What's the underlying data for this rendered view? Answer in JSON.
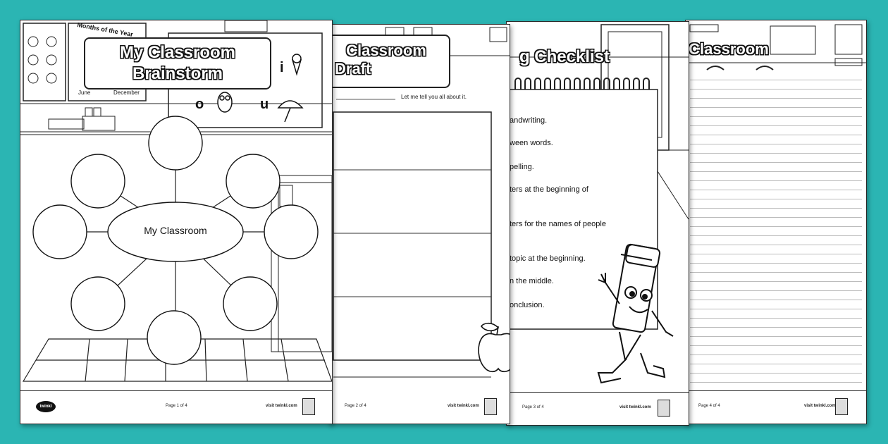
{
  "page1": {
    "title_line1": "My Classroom",
    "title_line2": "Brainstorm",
    "center_label": "My Classroom",
    "months_title": "Months of the Year",
    "months": [
      "June",
      "December"
    ],
    "letters": [
      "i",
      "o",
      "u"
    ],
    "footer_page": "Page 1 of 4",
    "footer_visit": "visit twinkl.com",
    "brand": "twinkl"
  },
  "page2": {
    "title_line1": "Classroom",
    "title_line2": "Draft",
    "intro": "Let me tell you all about it.",
    "footer_page": "Page 2 of 4",
    "footer_visit": "visit twinkl.com"
  },
  "page3": {
    "title": "g Checklist",
    "items": [
      "andwriting.",
      "ween words.",
      "pelling.",
      "ters at the beginning of",
      "ters for the names of people",
      "topic at the beginning.",
      "n the middle.",
      "onclusion."
    ],
    "footer_page": "Page 3 of 4",
    "footer_visit": "visit twinkl.com"
  },
  "page4": {
    "title": "Classroom",
    "footer_page": "Page 4 of 4",
    "footer_visit": "visit twinkl.com"
  },
  "colors": {
    "background": "#2bb5b3",
    "ink": "#111111"
  }
}
